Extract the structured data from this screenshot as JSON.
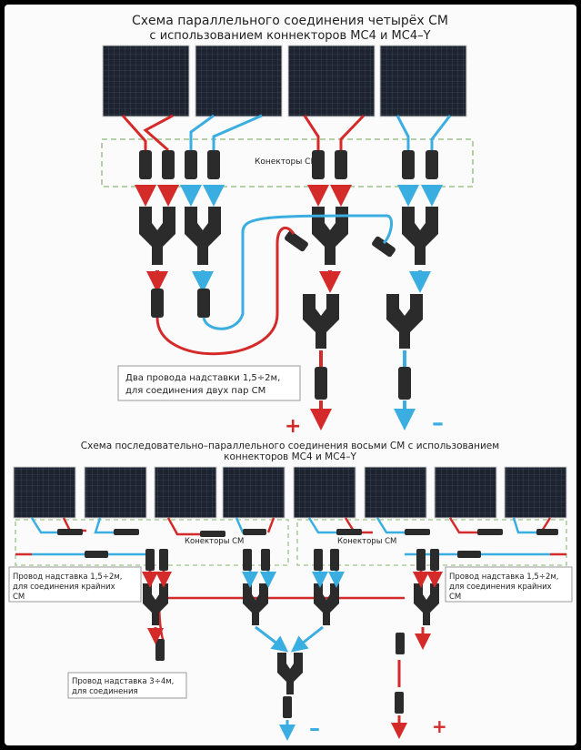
{
  "top": {
    "title_line1": "Схема параллельного соединения четырёх СМ",
    "title_line2": "с  использованием коннекторов МС4 и МС4–Y",
    "connectors_label": "Конекторы СМ",
    "note_line1": "Два провода надставки 1,5÷2м,",
    "note_line2": "для соединения двух пар СМ",
    "plus": "+",
    "minus": "–"
  },
  "bottom": {
    "title_line1": "Схема последовательно–параллельного соединения  восьми СМ с  использованием",
    "title_line2": "коннекторов МС4 и МС4–Y",
    "connectors_label_left": "Конекторы СМ",
    "connectors_label_right": "Конекторы СМ",
    "note_left_line1": "Провод надставка 1,5÷2м,",
    "note_left_line2": "для соединения крайних",
    "note_left_line3": "СМ",
    "note_right_line1": "Провод надставка 1,5÷2м,",
    "note_right_line2": "для соединения крайних",
    "note_right_line3": "СМ",
    "note_mid_line1": "Провод надставка  3÷4м,",
    "note_mid_line2": "для соединения",
    "minus": "–",
    "plus": "+"
  },
  "colors": {
    "positive": "#d42a2a",
    "negative": "#3aaee0",
    "panel": "#1f2630",
    "connector": "#2b2b2b",
    "dash": "#9cc28a"
  }
}
